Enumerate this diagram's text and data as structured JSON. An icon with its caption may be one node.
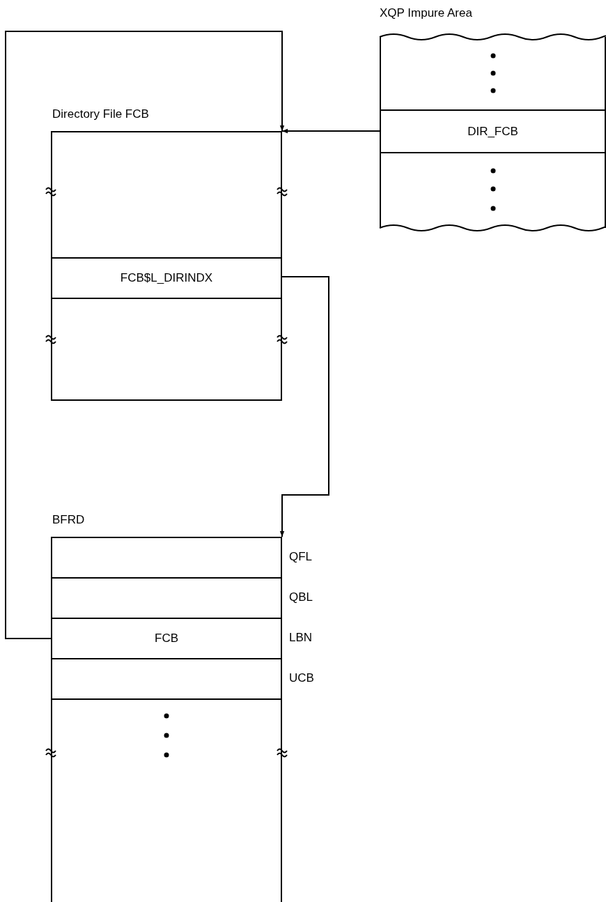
{
  "diagram": {
    "nodes": [
      {
        "text": [
          "XQP Impure Area"
        ]
      },
      {
        "text": [
          "DIR_FCB"
        ],
        "in": 0
      },
      {
        "text": [
          "Directory File FCB"
        ]
      },
      {
        "text": [
          "FCB$L_DIRINDX"
        ],
        "in": 2
      },
      {
        "text": [
          "BFRD"
        ]
      },
      {
        "text": [],
        "shape": "box",
        "in": 4,
        "beside": [
          "QFL"
        ]
      },
      {
        "text": [],
        "shape": "box",
        "in": 4,
        "beside": [
          "QBL"
        ]
      },
      {
        "text": [
          "FCB"
        ],
        "in": 4,
        "beside": [
          "LBN"
        ]
      },
      {
        "text": [],
        "shape": "box",
        "in": 4,
        "beside": [
          "UCB"
        ]
      }
    ],
    "edges": [
      {
        "from": 1,
        "to": 2,
        "arrow": "to"
      },
      {
        "from": 3,
        "to": 4,
        "arrow": "to"
      },
      {
        "from": 7,
        "to": 2,
        "arrow": "to"
      }
    ]
  }
}
